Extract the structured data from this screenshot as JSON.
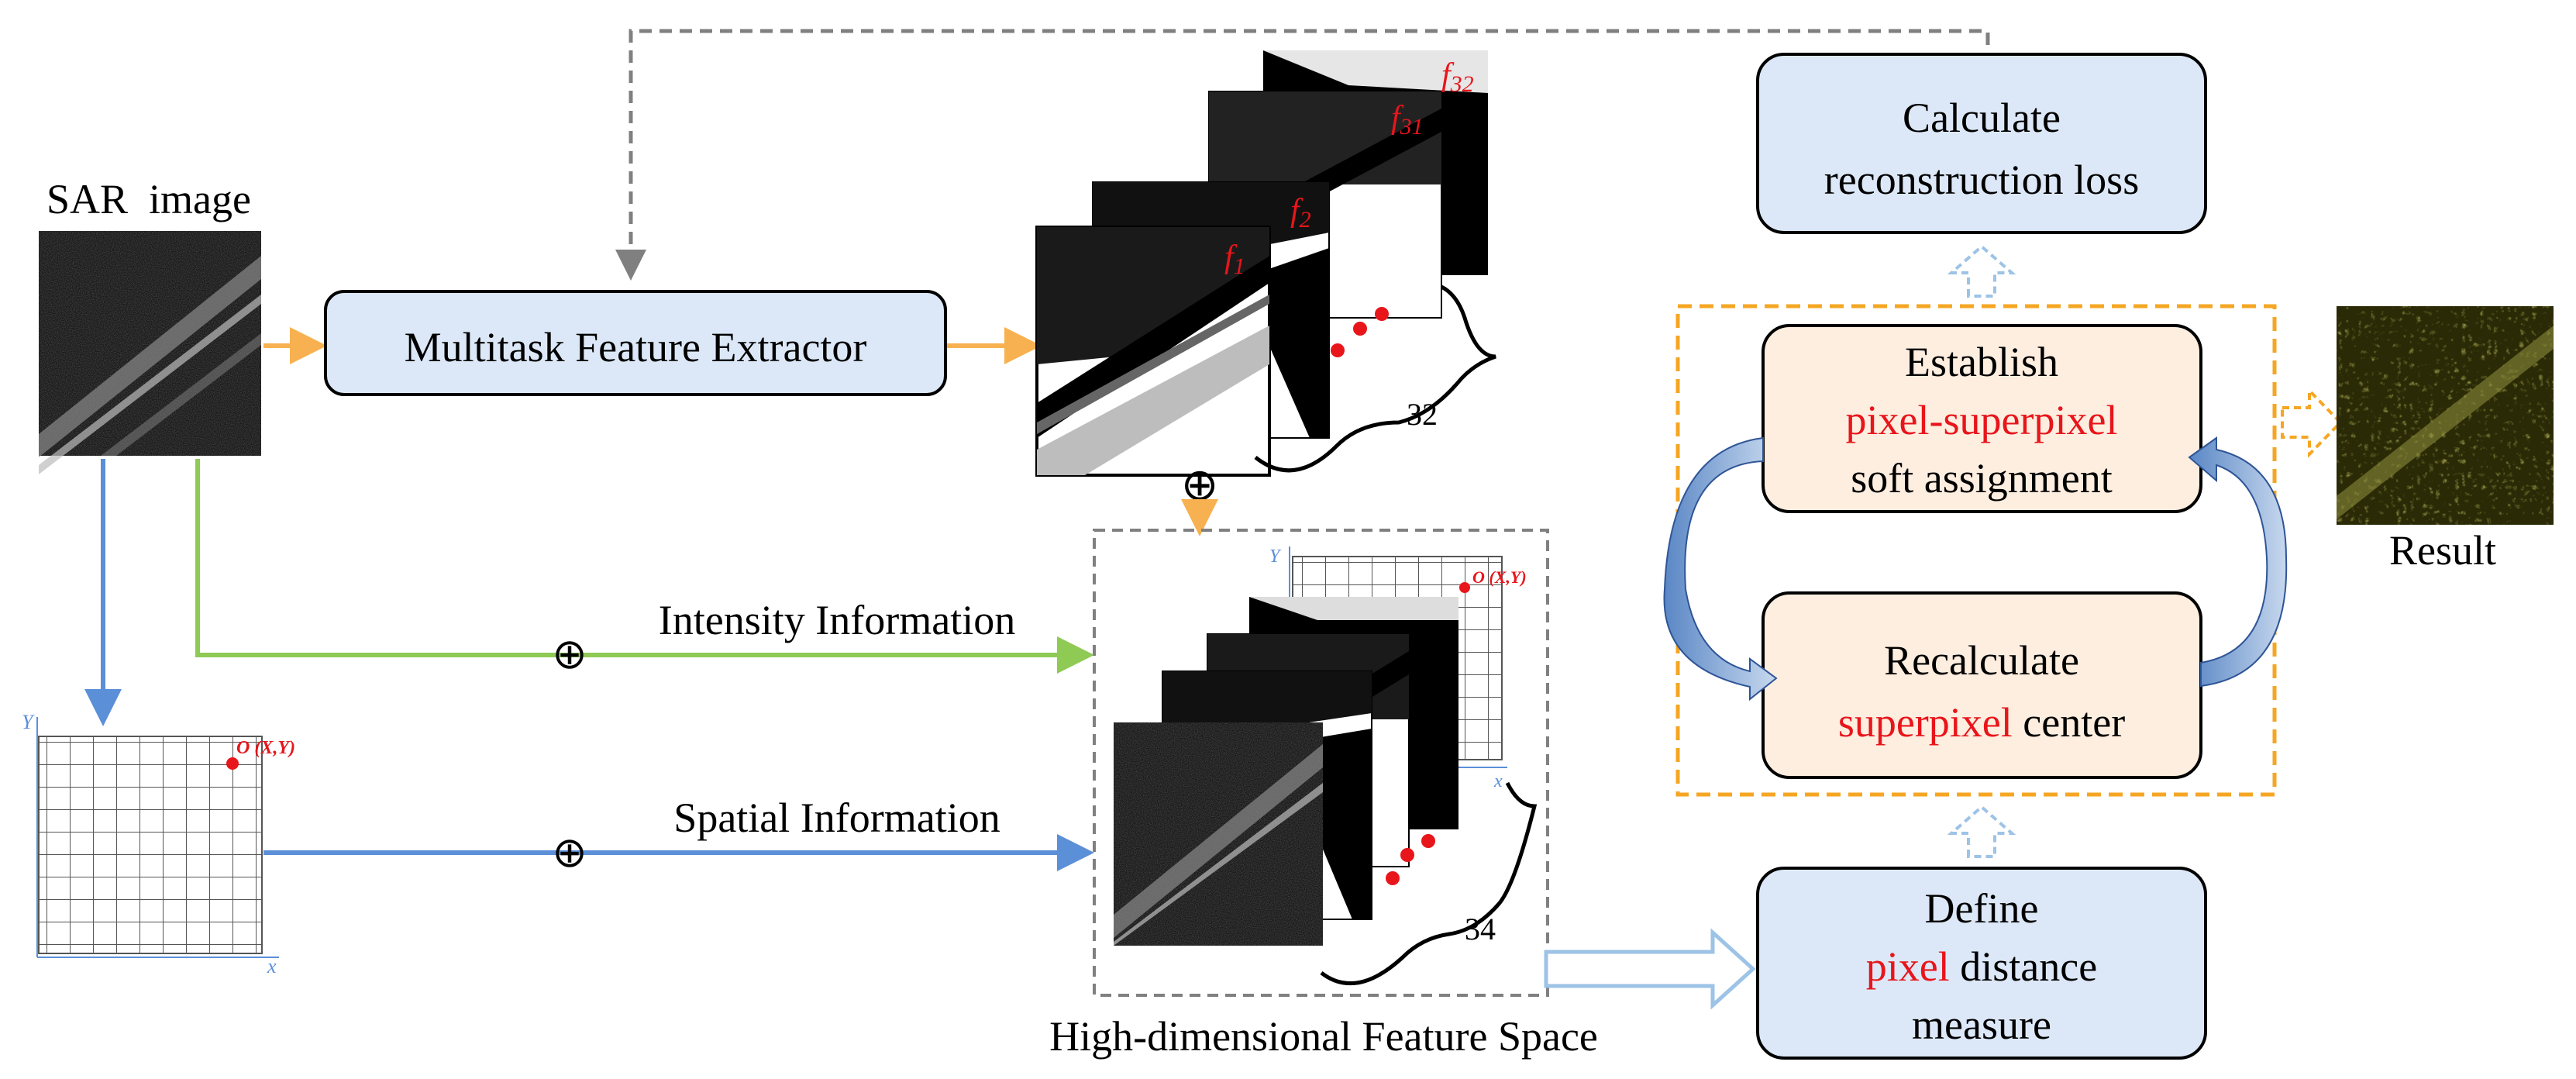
{
  "labels": {
    "sar_image": "SAR  image",
    "feature_extractor": "Multitask Feature Extractor",
    "intensity": "Intensity Information",
    "spatial": "Spatial Information",
    "high_dim_space": "High-dimensional Feature Space",
    "result": "Result",
    "count_32": "32",
    "count_34": "34",
    "origin_label": "O (X,Y)",
    "axis_x": "x",
    "axis_y": "Y",
    "f1": "f",
    "f1_sub": "1",
    "f2": "f",
    "f2_sub": "2",
    "f31": "f",
    "f31_sub": "31",
    "f32": "f",
    "f32_sub": "32"
  },
  "boxes": {
    "calc_loss_line1": "Calculate",
    "calc_loss_line2": "reconstruction loss",
    "establish_line1": "Establish",
    "establish_line2_red": "pixel-superpixel",
    "establish_line3": "soft assignment",
    "recalc_line1": "Recalculate",
    "recalc_line2_red": "superpixel",
    "recalc_line2_rest": " center",
    "define_line1": "Define",
    "define_line2_red": "pixel",
    "define_line2_rest": " distance",
    "define_line3": "measure"
  },
  "colors": {
    "box_blue_fill": "#dce8f7",
    "box_orange_fill": "#fdeee0",
    "box_stroke": "#000000",
    "accent_red": "#e8151b",
    "arrow_orange": "#f8b150",
    "arrow_green": "#8fca55",
    "arrow_blue": "#5b8fd8",
    "dashed_gray": "#808080",
    "dashed_orange": "#f5a623",
    "hollow_arrow": "#9dc3e6"
  }
}
